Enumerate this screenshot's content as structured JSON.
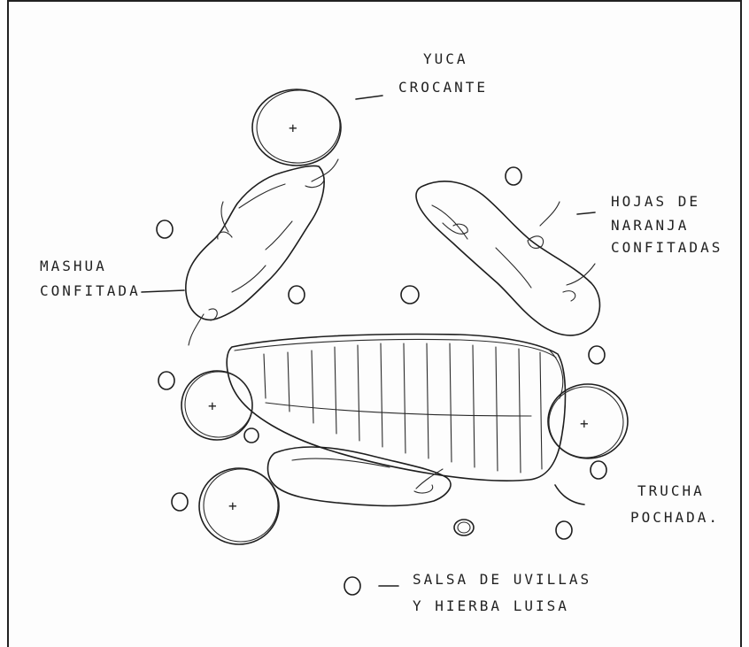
{
  "labels": {
    "yuca": [
      "YUCA",
      "CROCANTE"
    ],
    "hojas": [
      "HOJAS  DE",
      "NARANJA",
      "CONFITADAS"
    ],
    "mashua": [
      "MASHUA",
      "CONFITADA"
    ],
    "trucha": [
      "TRUCHA",
      "POCHADA."
    ],
    "salsa": [
      "SALSA DE UVILLAS",
      "Y HIERBA LUISA"
    ]
  },
  "plus_symbol": "+"
}
